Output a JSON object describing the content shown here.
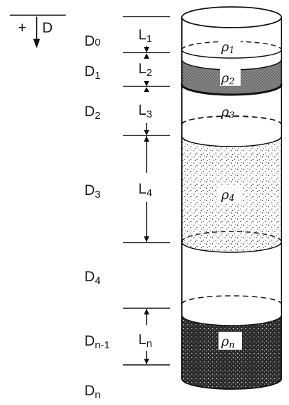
{
  "sign_convention": {
    "plus": "+",
    "axis": "D"
  },
  "depth_labels": [
    {
      "main": "D",
      "sub": "0"
    },
    {
      "main": "D",
      "sub": "1"
    },
    {
      "main": "D",
      "sub": "2"
    },
    {
      "main": "D",
      "sub": "3"
    },
    {
      "main": "D",
      "sub": "4"
    },
    {
      "main": "D",
      "sub": "n-1"
    },
    {
      "main": "D",
      "sub": "n"
    }
  ],
  "layer_labels": [
    {
      "main": "L",
      "sub": "1"
    },
    {
      "main": "L",
      "sub": "2"
    },
    {
      "main": "L",
      "sub": "3"
    },
    {
      "main": "L",
      "sub": "4"
    },
    {
      "main": "L",
      "sub": "n"
    }
  ],
  "density_labels": [
    {
      "main": "ρ",
      "sub": "1"
    },
    {
      "main": "ρ",
      "sub": "2"
    },
    {
      "main": "ρ",
      "sub": "3"
    },
    {
      "main": "ρ",
      "sub": "4"
    },
    {
      "main": "ρ",
      "sub": "n"
    }
  ],
  "colors": {
    "ink": "#111111",
    "layer2_fill": "#7a7a7a",
    "layern_fill": "#2b2b2b",
    "paper": "#ffffff"
  }
}
